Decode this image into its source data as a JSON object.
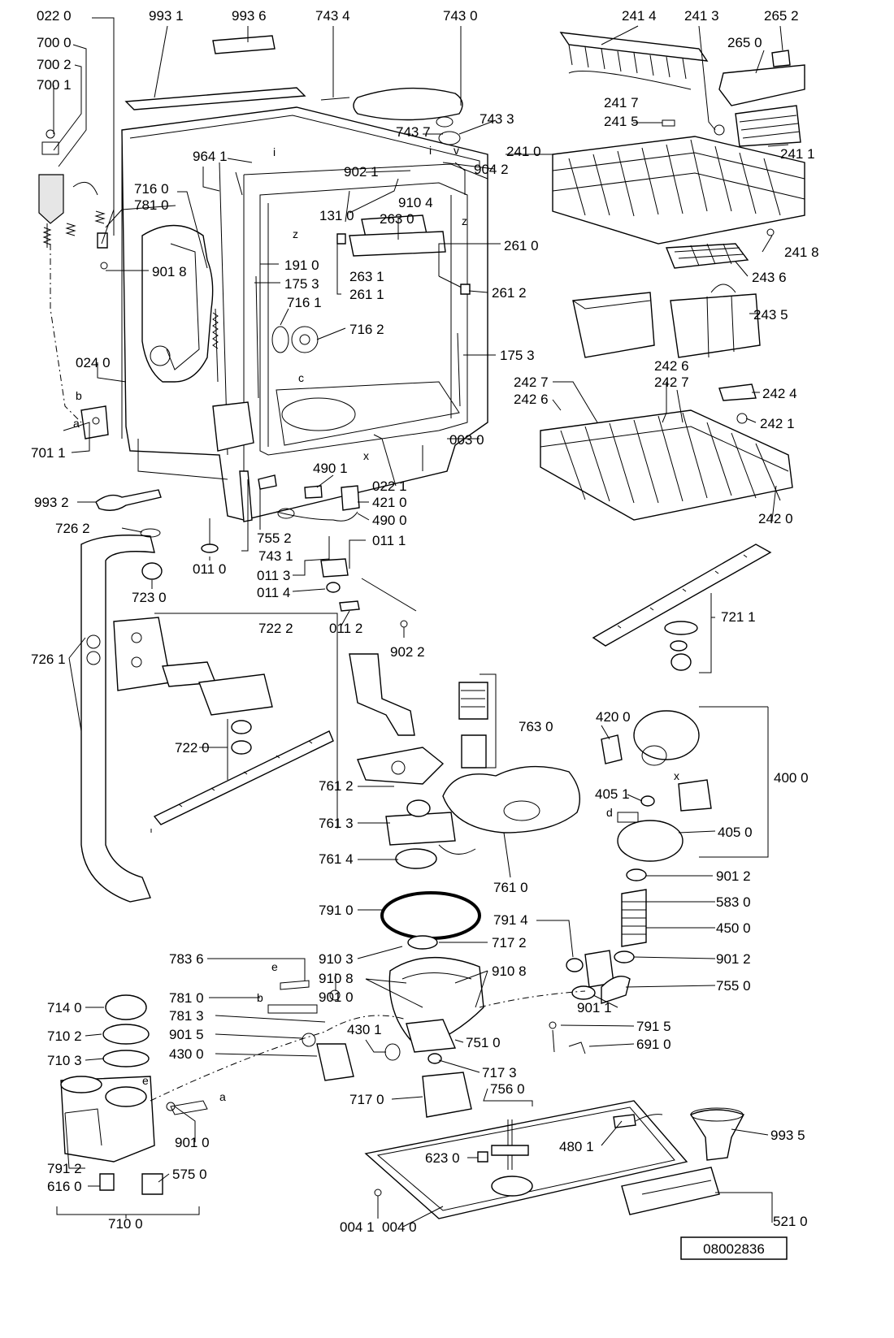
{
  "document_number": "08002836",
  "part_labels": [
    "022 0",
    "993 1",
    "993 6",
    "743 4",
    "743 0",
    "241 4",
    "241 3",
    "265 2",
    "265 0",
    "700 0",
    "700 2",
    "700 1",
    "743 7",
    "743 3",
    "241 7",
    "241 5",
    "241 1",
    "964 1",
    "902 1",
    "904 2",
    "241 0",
    "716 0",
    "781 0",
    "910 4",
    "131 0",
    "263 0",
    "261 0",
    "241 8",
    "901 8",
    "191 0",
    "263 1",
    "243 6",
    "175 3",
    "261 1",
    "261 2",
    "716 1",
    "716 2",
    "243 5",
    "175 3",
    "024 0",
    "242 6",
    "242 7",
    "242 7",
    "242 6",
    "242 4",
    "242 1",
    "003 0",
    "701 1",
    "490 1",
    "022 1",
    "421 0",
    "993 2",
    "490 0",
    "242 0",
    "726 2",
    "755 2",
    "011 1",
    "743 1",
    "011 0",
    "011 3",
    "723 0",
    "011 4",
    "721 1",
    "011 2",
    "902 2",
    "722 2",
    "726 1",
    "763 0",
    "420 0",
    "722 0",
    "400 0",
    "761 2",
    "405 1",
    "761 3",
    "405 0",
    "761 4",
    "761 0",
    "901 2",
    "583 0",
    "791 0",
    "450 0",
    "791 4",
    "717 2",
    "910 3",
    "901 2",
    "783 6",
    "910 8",
    "910 8",
    "901 0",
    "755 0",
    "714 0",
    "781 0",
    "901 1",
    "781 3",
    "710 2",
    "791 5",
    "901 5",
    "430 1",
    "751 0",
    "691 0",
    "710 3",
    "430 0",
    "717 3",
    "756 0",
    "717 0",
    "480 1",
    "993 5",
    "623 0",
    "901 0",
    "791 2",
    "575 0",
    "616 0",
    "710 0",
    "004 1",
    "004 0",
    "521 0"
  ],
  "letters": [
    "z",
    "z",
    "i",
    "i",
    "v",
    "c",
    "x",
    "a",
    "b",
    "x",
    "e",
    "d",
    "e",
    "b",
    "a"
  ],
  "icons": [
    "dishwasher-tub",
    "upper-basket",
    "lower-basket",
    "spray-arm-upper",
    "spray-arm-lower",
    "wash-pump",
    "drain-pump",
    "water-softener",
    "filter",
    "base-tray",
    "cutlery-basket",
    "funnel",
    "control-panel"
  ]
}
